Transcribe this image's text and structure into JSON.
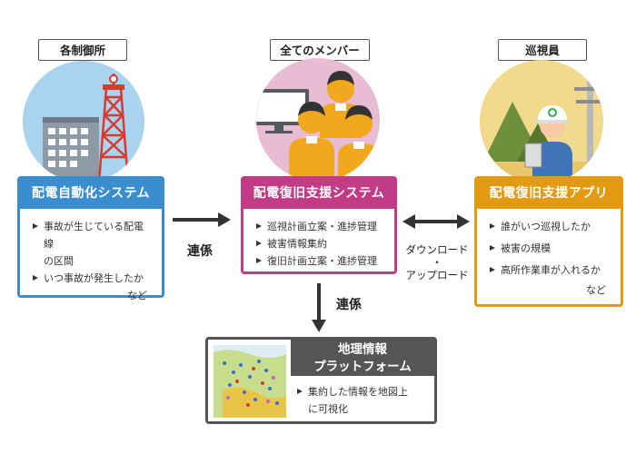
{
  "roles": {
    "left": "各制御所",
    "center": "全てのメンバー",
    "right": "巡視員"
  },
  "systems": {
    "left": {
      "title": "配電自動化システム",
      "items": [
        "事故が生じている配電線",
        "の区間",
        "いつ事故が発生したか"
      ],
      "suffix": "など"
    },
    "center": {
      "title": "配電復旧支援システム",
      "items": [
        "巡視計画立案・進捗管理",
        "被害情報集約",
        "復旧計画立案・進捗管理"
      ]
    },
    "right": {
      "title": "配電復旧支援アプリ",
      "items": [
        "誰がいつ巡視したか",
        "被害の規模",
        "高所作業車が入れるか"
      ],
      "suffix": "など"
    },
    "bottom": {
      "title_line1": "地理情報",
      "title_line2": "プラットフォーム",
      "items": [
        "集約した情報を地図上",
        "に可視化"
      ]
    }
  },
  "connections": {
    "link_horizontal": "連係",
    "link_vertical": "連係",
    "sync_line1": "ダウンロード",
    "sync_dot": "・",
    "sync_line2": "アップロード"
  },
  "colors": {
    "left_blue": "#3A8ED0",
    "center_pink": "#C23B86",
    "right_orange": "#E29A12",
    "bottom_gray": "#555555",
    "left_circle": "#A9D3EF",
    "center_circle": "#E8BCD3",
    "right_circle": "#F2DA8C"
  },
  "icons": [
    "building-icon",
    "tower-icon",
    "monitor-icon",
    "people-icon",
    "mountain-icon",
    "worker-icon",
    "utility-pole-icon",
    "map-icon"
  ]
}
